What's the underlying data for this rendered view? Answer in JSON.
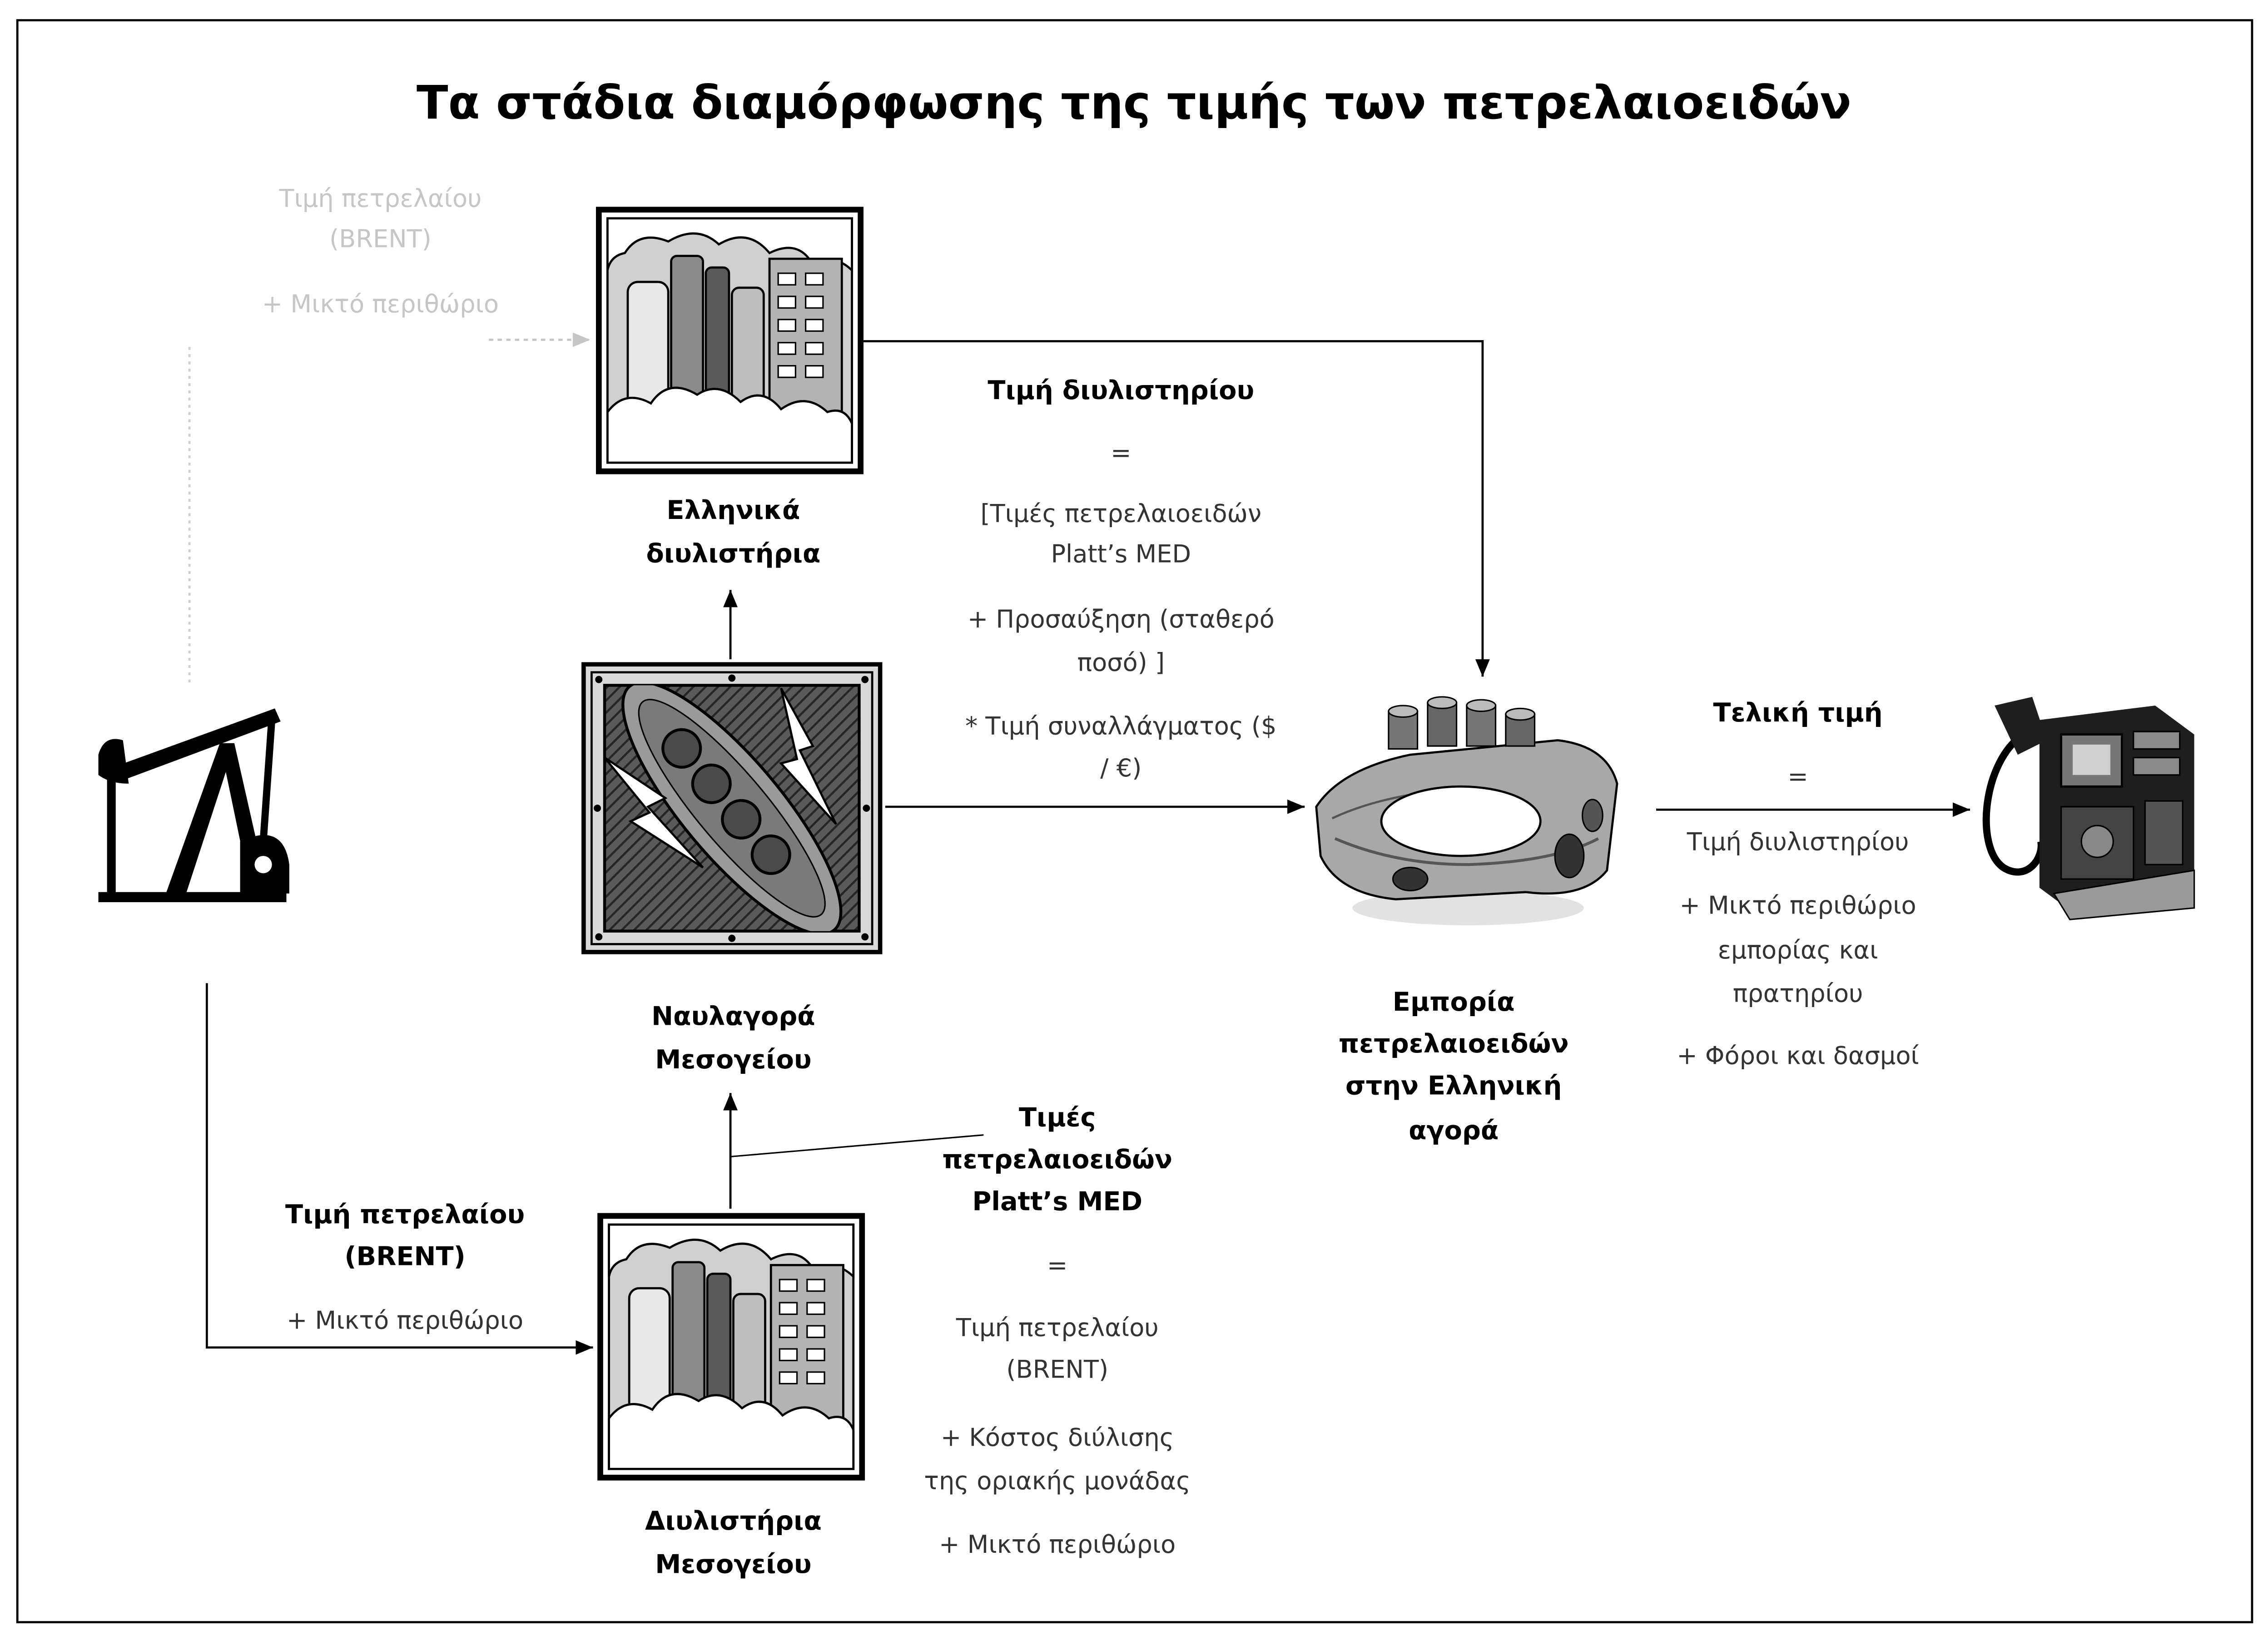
{
  "title": "Τα στάδια διαμόρφωσης της τιμής των πετρελαιοειδών",
  "faded_note": [
    "Τιμή πετρελαίου",
    "(BRENT)",
    "+ Μικτό περιθώριο"
  ],
  "greek_refineries": {
    "icon": "refinery-icon",
    "label": [
      "Ελληνικά",
      "διυλιστήρια"
    ]
  },
  "freight_market": {
    "icon": "tanker-ship-icon",
    "label": [
      "Ναυλαγορά",
      "Μεσογείου"
    ]
  },
  "med_refineries": {
    "icon": "refinery-icon",
    "label": [
      "Διυλιστήρια",
      "Μεσογείου"
    ]
  },
  "oil_well": {
    "icon": "oil-pump-jack-icon"
  },
  "greek_market": {
    "icon": "tanker-truck-icon",
    "label": [
      "Εμπορία",
      "πετρελαιοειδών",
      "στην Ελληνική",
      "αγορά"
    ]
  },
  "fuel_station": {
    "icon": "fuel-pump-icon"
  },
  "refinery_price": {
    "heading": "Τιμή διυλιστηρίου",
    "equals": "=",
    "lines": [
      "[Τιμές πετρελαιοειδών",
      "Platt’s MED",
      "+ Προσαύξηση (σταθερό",
      "ποσό) ]",
      "* Τιμή συναλλάγματος ($",
      "/ €)"
    ]
  },
  "final_price": {
    "heading": "Τελική τιμή",
    "equals": "=",
    "lines": [
      "Τιμή διυλιστηρίου",
      "+ Μικτό περιθώριο",
      "εμπορίας και",
      "πρατηρίου",
      "+ Φόροι και δασμοί"
    ]
  },
  "crude_input": {
    "heading": [
      "Τιμή πετρελαίου",
      "(BRENT)"
    ],
    "lines": [
      "+ Μικτό περιθώριο"
    ]
  },
  "platts_price": {
    "heading": [
      "Τιμές",
      "πετρελαιοειδών",
      "Platt’s MED"
    ],
    "equals": "=",
    "lines": [
      "Τιμή πετρελαίου",
      "(BRENT)",
      "+ Κόστος διύλισης",
      "της οριακής μονάδας",
      "+ Μικτό περιθώριο"
    ]
  }
}
